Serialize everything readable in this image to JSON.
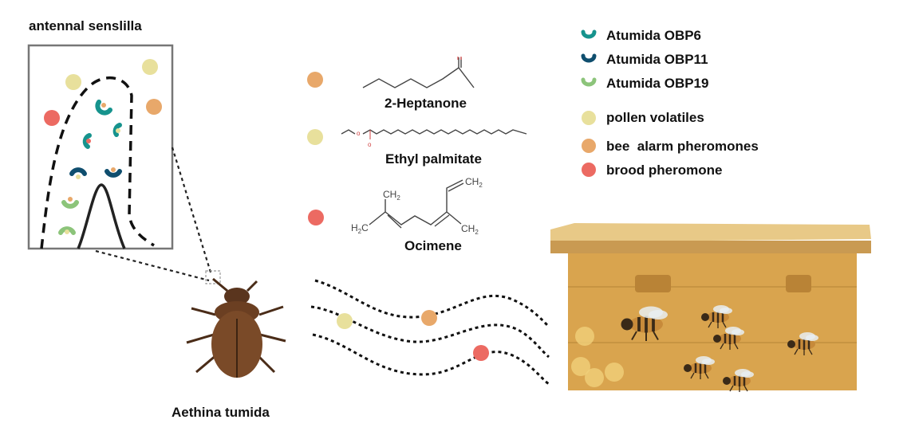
{
  "inset": {
    "title": "antennal senslilla"
  },
  "organism": {
    "label": "Aethina tumida"
  },
  "compounds": [
    {
      "name": "2-Heptanone",
      "color": "#E8A86A"
    },
    {
      "name": "Ethyl palmitate",
      "color": "#E8E09C"
    },
    {
      "name": "Ocimene",
      "color": "#EC6A62",
      "atoms": {
        "top_left": "CH2",
        "left": "H2C",
        "top_right": "CH2",
        "right": "CH2"
      }
    }
  ],
  "legend": [
    {
      "label": "Atumida OBP6",
      "icon": "obp-crescent",
      "color": "#16938D"
    },
    {
      "label": "Atumida OBP11",
      "icon": "obp-crescent",
      "color": "#0F4E6E"
    },
    {
      "label": "Atumida OBP19",
      "icon": "obp-crescent",
      "color": "#8CC47A"
    },
    {
      "label": "pollen volatiles",
      "icon": "dot",
      "color": "#E8E09C"
    },
    {
      "label": "bee  alarm pheromones",
      "icon": "dot",
      "color": "#E8A86A"
    },
    {
      "label": "brood pheromone",
      "icon": "dot",
      "color": "#EC6A62"
    }
  ]
}
